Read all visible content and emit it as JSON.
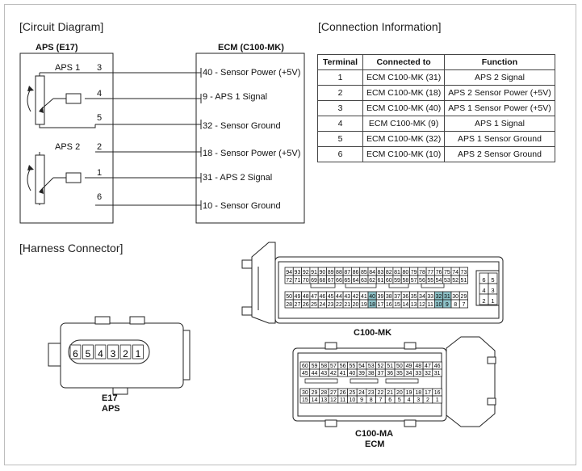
{
  "circuit": {
    "title": "[Circuit Diagram]",
    "aps_header": "APS (E17)",
    "ecm_header": "ECM (C100-MK)",
    "aps1_label": "APS 1",
    "aps2_label": "APS 2",
    "aps_pins": [
      "3",
      "4",
      "5",
      "2",
      "1",
      "6"
    ],
    "ecm_pins": [
      {
        "num": "40",
        "text": " - Sensor Power (+5V)"
      },
      {
        "num": "9",
        "text": " - APS 1 Signal"
      },
      {
        "num": "32",
        "text": " - Sensor Ground"
      },
      {
        "num": "18",
        "text": " - Sensor Power (+5V)"
      },
      {
        "num": "31",
        "text": " - APS 2 Signal"
      },
      {
        "num": "10",
        "text": " - Sensor Ground"
      }
    ]
  },
  "connection": {
    "title": "[Connection Information]",
    "headers": [
      "Terminal",
      "Connected to",
      "Function"
    ],
    "rows": [
      [
        "1",
        "ECM C100-MK (31)",
        "APS 2 Signal"
      ],
      [
        "2",
        "ECM C100-MK (18)",
        "APS 2 Sensor Power (+5V)"
      ],
      [
        "3",
        "ECM C100-MK (40)",
        "APS 1 Sensor Power (+5V)"
      ],
      [
        "4",
        "ECM C100-MK (9)",
        "APS 1 Signal"
      ],
      [
        "5",
        "ECM C100-MK (32)",
        "APS 1 Sensor Ground"
      ],
      [
        "6",
        "ECM C100-MK (10)",
        "APS 2 Sensor Ground"
      ]
    ]
  },
  "harness": {
    "title": "[Harness Connector]",
    "e17_pins": [
      "6",
      "5",
      "4",
      "3",
      "2",
      "1"
    ],
    "e17_label1": "E17",
    "e17_label2": "APS",
    "mk_label": "C100-MK",
    "ma_label1": "C100-MA",
    "ma_label2": "ECM",
    "mk_highlight": [
      "40",
      "18",
      "32",
      "31",
      "10",
      "9"
    ],
    "mk_small_pins": [
      "6",
      "5",
      "4",
      "3",
      "2",
      "1"
    ],
    "highlight_color": "#8fc3c9"
  }
}
